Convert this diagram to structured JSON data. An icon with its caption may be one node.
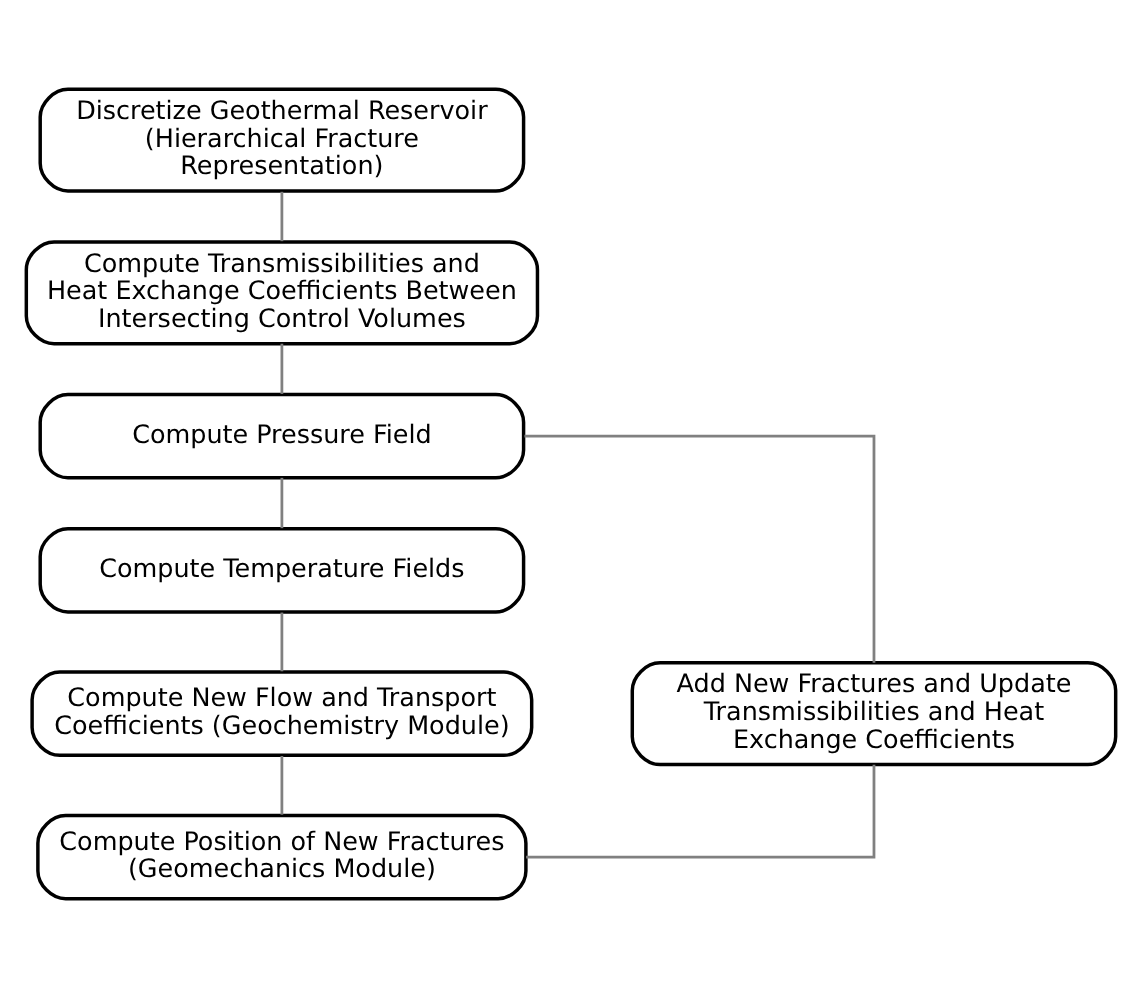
{
  "diagram": {
    "nodes": [
      {
        "text": [
          "Discretize Geothermal Reservoir (Hierarchical Fracture Representation)"
        ]
      },
      {
        "text": [
          "Compute Transmissibilities and Heat Exchange Coefficients Between Intersecting Control Volumes"
        ]
      },
      {
        "text": [
          "Compute Pressure Field"
        ]
      },
      {
        "text": [
          "Compute Temperature Fields"
        ]
      },
      {
        "text": [
          "Compute New Flow and Transport Coefficients (Geochemistry Module)"
        ]
      },
      {
        "text": [
          "Compute Position of New Fractures (Geomechanics Module)"
        ]
      },
      {
        "text": [
          "Add New Fractures and Update Transmissibilities and Heat Exchange Coefficients"
        ]
      }
    ],
    "edges": [
      {
        "from": 0,
        "to": 1,
        "arrow": "none"
      },
      {
        "from": 1,
        "to": 2,
        "arrow": "none"
      },
      {
        "from": 2,
        "to": 3,
        "arrow": "none"
      },
      {
        "from": 3,
        "to": 4,
        "arrow": "none"
      },
      {
        "from": 4,
        "to": 5,
        "arrow": "none"
      },
      {
        "from": 5,
        "to": 6,
        "arrow": "none"
      },
      {
        "from": 6,
        "to": 2,
        "arrow": "none"
      }
    ]
  }
}
